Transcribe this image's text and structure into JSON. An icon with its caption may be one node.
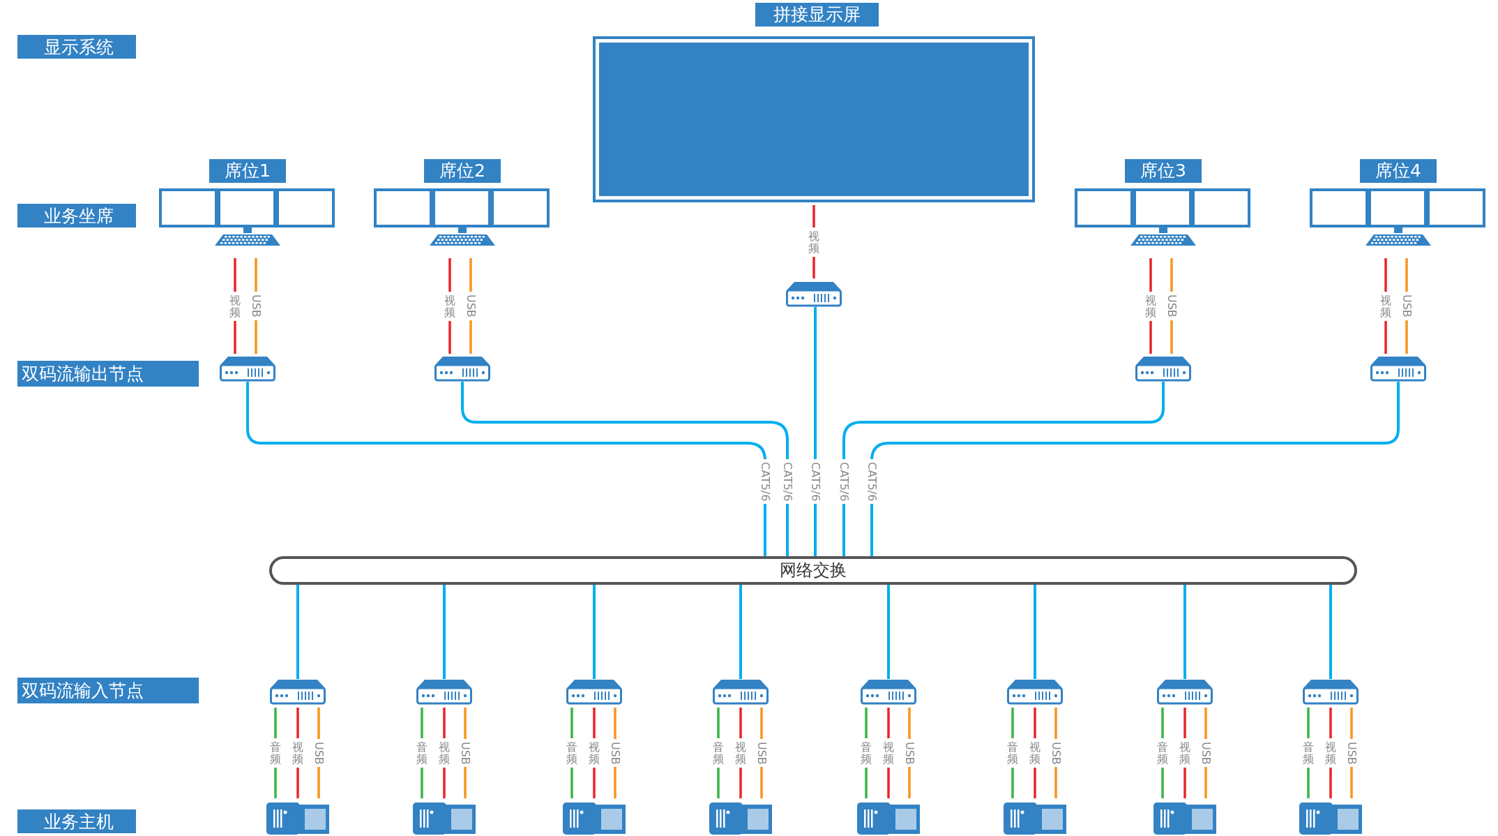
{
  "diagram": {
    "nodes": [
      {
        "text": [
          "显示系统"
        ]
      },
      {
        "text": [
          "业务坐席"
        ]
      },
      {
        "text": [
          "双码流输出节点"
        ]
      },
      {
        "text": [
          "双码流输入节点"
        ]
      },
      {
        "text": [
          "业务主机"
        ]
      },
      {
        "text": [
          "拼接显示屏"
        ]
      },
      {
        "text": [
          "席位1"
        ]
      },
      {
        "text": [
          "席位2"
        ]
      },
      {
        "text": [
          "席位3"
        ]
      },
      {
        "text": [
          "席位4"
        ]
      },
      {
        "text": [],
        "shape": "picture"
      },
      {
        "text": [],
        "shape": "picture"
      },
      {
        "text": [],
        "shape": "picture"
      },
      {
        "text": [],
        "shape": "picture"
      },
      {
        "text": [],
        "shape": "picture"
      },
      {
        "text": [
          "网络交换"
        ]
      },
      {
        "text": [],
        "shape": "picture"
      },
      {
        "text": [],
        "shape": "picture"
      },
      {
        "text": [],
        "shape": "picture"
      },
      {
        "text": [],
        "shape": "picture"
      },
      {
        "text": [],
        "shape": "picture"
      },
      {
        "text": [],
        "shape": "picture"
      },
      {
        "text": [],
        "shape": "picture"
      },
      {
        "text": [],
        "shape": "picture"
      },
      {
        "text": [],
        "shape": "picture"
      },
      {
        "text": [],
        "shape": "picture"
      },
      {
        "text": [],
        "shape": "picture"
      },
      {
        "text": [],
        "shape": "picture"
      },
      {
        "text": [],
        "shape": "picture"
      },
      {
        "text": [],
        "shape": "picture"
      },
      {
        "text": [],
        "shape": "picture"
      },
      {
        "text": [],
        "shape": "picture"
      }
    ],
    "edges": [
      {
        "from": 5,
        "to": 10,
        "arrow": "none",
        "label": "视频",
        "color": "#e8262b"
      },
      {
        "from": 6,
        "to": 11,
        "arrow": "none",
        "label": "视频",
        "color": "#e8262b"
      },
      {
        "from": 6,
        "to": 11,
        "arrow": "none",
        "label": "USB",
        "color": "#f7941d"
      },
      {
        "from": 7,
        "to": 12,
        "arrow": "none",
        "label": "视频",
        "color": "#e8262b"
      },
      {
        "from": 7,
        "to": 12,
        "arrow": "none",
        "label": "USB",
        "color": "#f7941d"
      },
      {
        "from": 8,
        "to": 13,
        "arrow": "none",
        "label": "视频",
        "color": "#e8262b"
      },
      {
        "from": 8,
        "to": 13,
        "arrow": "none",
        "label": "USB",
        "color": "#f7941d"
      },
      {
        "from": 9,
        "to": 14,
        "arrow": "none",
        "label": "视频",
        "color": "#e8262b"
      },
      {
        "from": 9,
        "to": 14,
        "arrow": "none",
        "label": "USB",
        "color": "#f7941d"
      },
      {
        "from": 11,
        "to": 15,
        "arrow": "none",
        "label": "CAT5/6",
        "color": "#00aeef"
      },
      {
        "from": 12,
        "to": 15,
        "arrow": "none",
        "label": "CAT5/6",
        "color": "#00aeef"
      },
      {
        "from": 10,
        "to": 15,
        "arrow": "none",
        "label": "CAT5/6",
        "color": "#00aeef"
      },
      {
        "from": 13,
        "to": 15,
        "arrow": "none",
        "label": "CAT5/6",
        "color": "#00aeef"
      },
      {
        "from": 14,
        "to": 15,
        "arrow": "none",
        "label": "CAT5/6",
        "color": "#00aeef"
      },
      {
        "from": 15,
        "to": 16,
        "arrow": "none",
        "color": "#00aeef"
      },
      {
        "from": 15,
        "to": 17,
        "arrow": "none",
        "color": "#00aeef"
      },
      {
        "from": 15,
        "to": 18,
        "arrow": "none",
        "color": "#00aeef"
      },
      {
        "from": 15,
        "to": 19,
        "arrow": "none",
        "color": "#00aeef"
      },
      {
        "from": 15,
        "to": 20,
        "arrow": "none",
        "color": "#00aeef"
      },
      {
        "from": 15,
        "to": 21,
        "arrow": "none",
        "color": "#00aeef"
      },
      {
        "from": 15,
        "to": 22,
        "arrow": "none",
        "color": "#00aeef"
      },
      {
        "from": 15,
        "to": 23,
        "arrow": "none",
        "color": "#00aeef"
      },
      {
        "from": 16,
        "to": 24,
        "arrow": "none",
        "label": "音频",
        "color": "#39b54a"
      },
      {
        "from": 16,
        "to": 24,
        "arrow": "none",
        "label": "视频",
        "color": "#e8262b"
      },
      {
        "from": 16,
        "to": 24,
        "arrow": "none",
        "label": "USB",
        "color": "#f7941d"
      },
      {
        "from": 17,
        "to": 25,
        "arrow": "none",
        "label": "音频",
        "color": "#39b54a"
      },
      {
        "from": 17,
        "to": 25,
        "arrow": "none",
        "label": "视频",
        "color": "#e8262b"
      },
      {
        "from": 17,
        "to": 25,
        "arrow": "none",
        "label": "USB",
        "color": "#f7941d"
      },
      {
        "from": 18,
        "to": 26,
        "arrow": "none",
        "label": "音频",
        "color": "#39b54a"
      },
      {
        "from": 18,
        "to": 26,
        "arrow": "none",
        "label": "视频",
        "color": "#e8262b"
      },
      {
        "from": 18,
        "to": 26,
        "arrow": "none",
        "label": "USB",
        "color": "#f7941d"
      },
      {
        "from": 19,
        "to": 27,
        "arrow": "none",
        "label": "音频",
        "color": "#39b54a"
      },
      {
        "from": 19,
        "to": 27,
        "arrow": "none",
        "label": "视频",
        "color": "#e8262b"
      },
      {
        "from": 19,
        "to": 27,
        "arrow": "none",
        "label": "USB",
        "color": "#f7941d"
      },
      {
        "from": 20,
        "to": 28,
        "arrow": "none",
        "label": "音频",
        "color": "#39b54a"
      },
      {
        "from": 20,
        "to": 28,
        "arrow": "none",
        "label": "视频",
        "color": "#e8262b"
      },
      {
        "from": 20,
        "to": 28,
        "arrow": "none",
        "label": "USB",
        "color": "#f7941d"
      },
      {
        "from": 21,
        "to": 29,
        "arrow": "none",
        "label": "音频",
        "color": "#39b54a"
      },
      {
        "from": 21,
        "to": 29,
        "arrow": "none",
        "label": "视频",
        "color": "#e8262b"
      },
      {
        "from": 21,
        "to": 29,
        "arrow": "none",
        "label": "USB",
        "color": "#f7941d"
      },
      {
        "from": 22,
        "to": 30,
        "arrow": "none",
        "label": "音频",
        "color": "#39b54a"
      },
      {
        "from": 22,
        "to": 30,
        "arrow": "none",
        "label": "视频",
        "color": "#e8262b"
      },
      {
        "from": 22,
        "to": 30,
        "arrow": "none",
        "label": "USB",
        "color": "#f7941d"
      },
      {
        "from": 23,
        "to": 31,
        "arrow": "none",
        "label": "音频",
        "color": "#39b54a"
      },
      {
        "from": 23,
        "to": 31,
        "arrow": "none",
        "label": "视频",
        "color": "#e8262b"
      },
      {
        "from": 23,
        "to": 31,
        "arrow": "none",
        "label": "USB",
        "color": "#f7941d"
      }
    ]
  }
}
